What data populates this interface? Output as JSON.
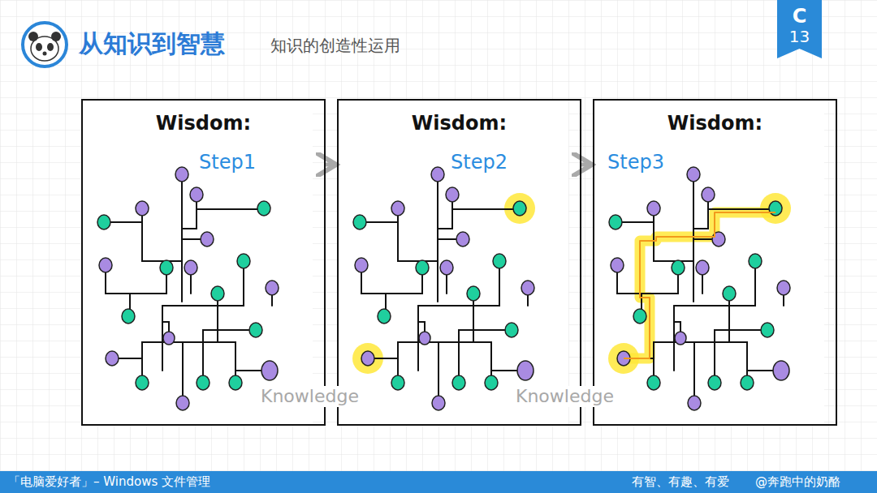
{
  "diagram": {
    "title": "从知识到智慧",
    "nodes": [
      {
        "text": [
          "Wisdom:"
        ]
      },
      {
        "text": [
          "Wisdom:"
        ]
      },
      {
        "text": [
          "Wisdom:"
        ]
      }
    ],
    "edges": [
      {
        "from": 0,
        "to": 1,
        "arrow": "to"
      },
      {
        "from": 1,
        "to": 2,
        "arrow": "to"
      }
    ],
    "labels": [
      "知识的创造性运用",
      "C",
      "13",
      "Step1",
      "Step2",
      "Step3",
      "Knowledge",
      "Knowledge",
      "「电脑爱好者」– Windows 文件管理",
      "有智、有趣、有爱",
      "@奔跑中的奶酪"
    ]
  }
}
